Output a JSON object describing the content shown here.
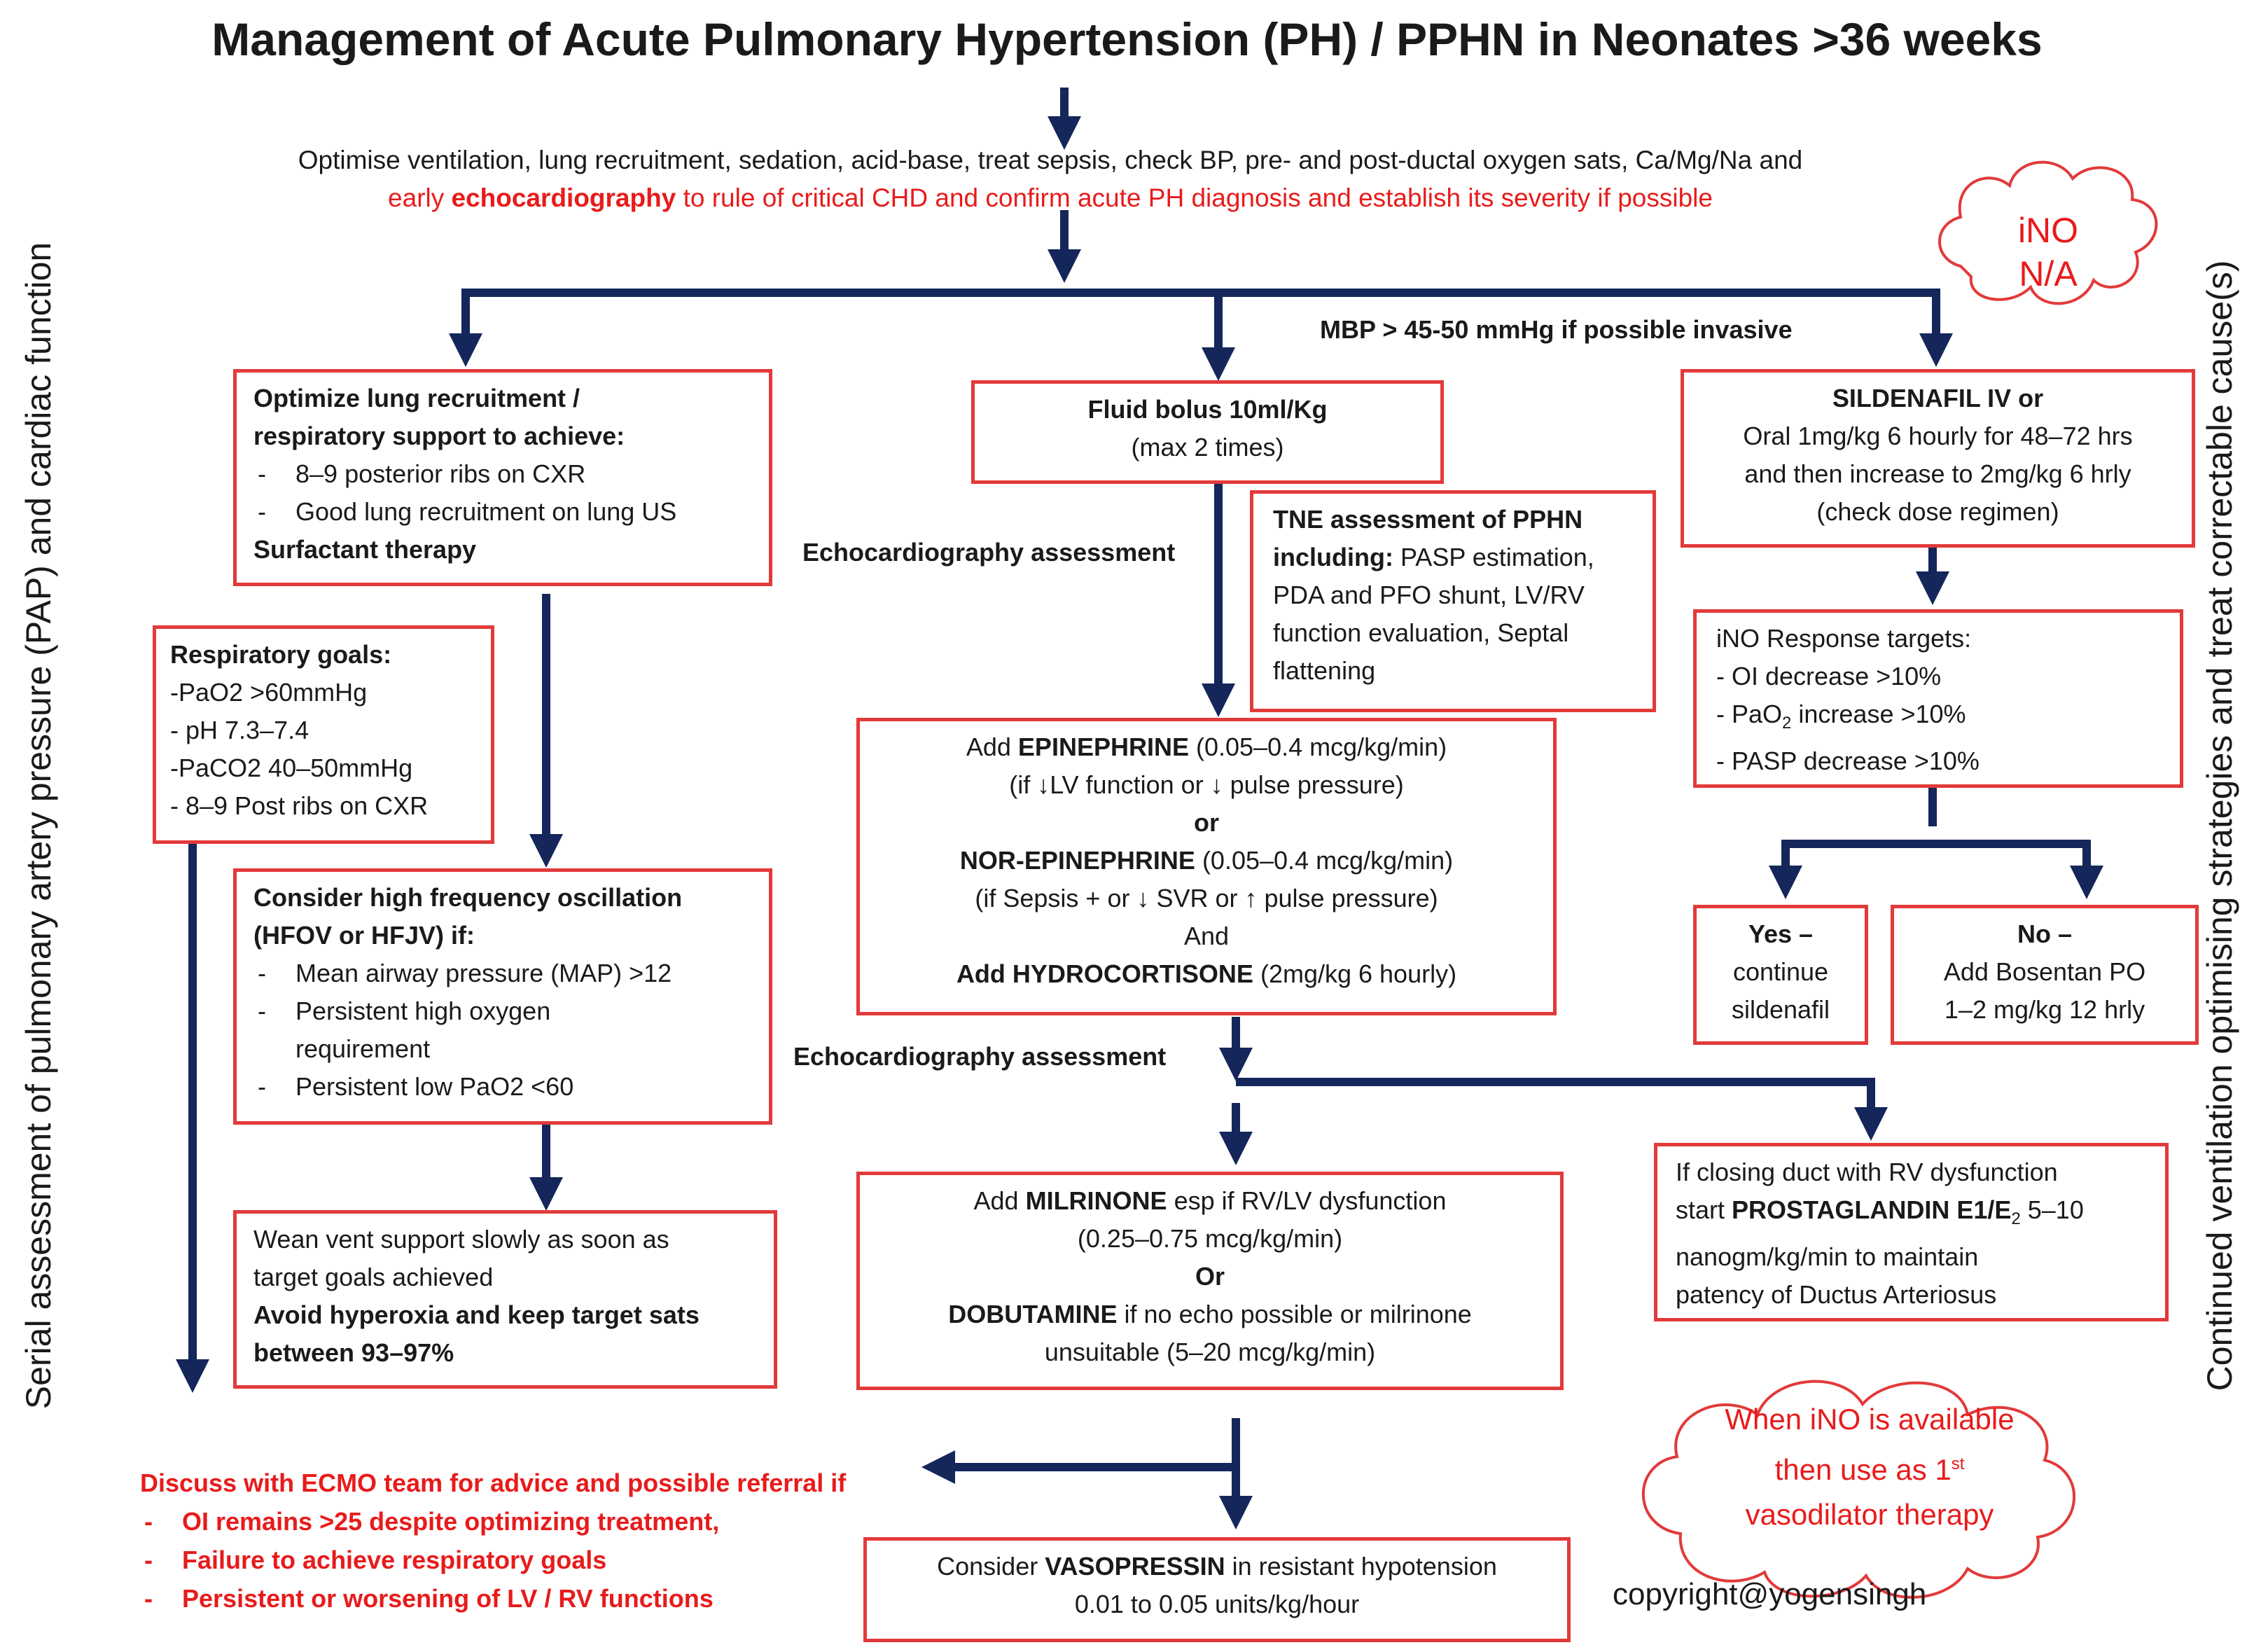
{
  "title": "Management of Acute Pulmonary Hypertension (PH) / PPHN in Neonates >36 weeks",
  "intro": {
    "line1": "Optimise ventilation, lung recruitment, sedation, acid-base, treat sepsis, check BP, pre- and post-ductal oxygen sats, Ca/Mg/Na and",
    "line2_pre": "early ",
    "line2_bold": "echocardiography",
    "line2_post": " to rule of critical CHD and confirm acute PH diagnosis and establish its severity if possible"
  },
  "ino_na": {
    "line1": "iNO",
    "line2": "N/A"
  },
  "mbp_note": "MBP > 45-50 mmHg if possible invasive",
  "left_side_label": "Serial assessment of pulmonary artery pressure (PAP) and cardiac function",
  "right_side_label": "Continued ventilation optimising strategies and treat correctable cause(s)",
  "lung_box": {
    "heading1": "Optimize lung recruitment /",
    "heading2": "respiratory support to achieve:",
    "items": [
      "8–9 posterior ribs on CXR",
      "Good lung recruitment on lung US"
    ],
    "footer": "Surfactant therapy"
  },
  "resp_goals": {
    "heading": "Respiratory goals:",
    "lines": [
      "-PaO2 >60mmHg",
      "- pH 7.3–7.4",
      "-PaCO2 40–50mmHg",
      "- 8–9 Post ribs on CXR"
    ]
  },
  "hfo_box": {
    "heading1": "Consider high frequency oscillation",
    "heading2": "(HFOV or HFJV) if:",
    "items": [
      "Mean airway pressure (MAP) >12",
      "Persistent high oxygen requirement",
      "Persistent low PaO2 <60"
    ]
  },
  "wean_box": {
    "line1": "Wean vent support slowly as soon as",
    "line2": "target goals achieved",
    "bold1": "Avoid hyperoxia and keep target sats",
    "bold2": "between 93–97%"
  },
  "fluid_box": {
    "line1": "Fluid bolus 10ml/Kg",
    "line2": "(max 2 times)"
  },
  "echo_label_1": "Echocardiography assessment",
  "echo_label_2": "Echocardiography assessment",
  "tne_box": {
    "bold1": "TNE assessment of PPHN",
    "bold2": "including:",
    "text2": " PASP estimation,",
    "line3": "PDA and PFO shunt, LV/RV",
    "line4": "function evaluation, Septal",
    "line5": "flattening"
  },
  "epi_box": {
    "l1_pre": "Add ",
    "l1_bold": "EPINEPHRINE",
    "l1_post": " (0.05–0.4 mcg/kg/min)",
    "l2": "(if ↓LV function or ↓ pulse pressure)",
    "or": "or",
    "l4_bold": "NOR-EPINEPHRINE",
    "l4_post": "  (0.05–0.4 mcg/kg/min)",
    "l5": "(if Sepsis + or ↓ SVR or ↑ pulse pressure)",
    "and": "And",
    "l7_bold": "Add HYDROCORTISONE",
    "l7_post": "  (2mg/kg 6 hourly)"
  },
  "milrinone_box": {
    "l1_pre": "Add ",
    "l1_bold": "MILRINONE",
    "l1_post": "  esp if RV/LV dysfunction",
    "l2": "(0.25–0.75 mcg/kg/min)",
    "or": "Or",
    "l4_bold": "DOBUTAMINE",
    "l4_post": " if no echo possible or milrinone",
    "l5": "unsuitable (5–20 mcg/kg/min)"
  },
  "vasopressin_box": {
    "l1_pre": "Consider ",
    "l1_bold": "VASOPRESSIN",
    "l1_post": " in resistant hypotension",
    "l2": "0.01 to 0.05 units/kg/hour"
  },
  "ecmo": {
    "heading": "Discuss with ECMO team for advice and possible referral if",
    "items": [
      "OI remains >25 despite optimizing treatment,",
      "Failure to achieve respiratory goals",
      "Persistent or worsening of LV / RV functions"
    ]
  },
  "sildenafil_box": {
    "bold": "SILDENAFIL IV or",
    "l2": "Oral 1mg/kg 6 hourly for 48–72 hrs",
    "l3": "and then increase to 2mg/kg 6 hrly",
    "l4": "(check dose regimen)"
  },
  "ino_targets": {
    "heading": "iNO Response targets:",
    "l1": "- OI decrease >10%",
    "l2_pre": "- PaO",
    "l2_sub": "2",
    "l2_post": " increase >10%",
    "l3": "- PASP decrease >10%"
  },
  "yes_box": {
    "l1": "Yes –",
    "l2": "continue",
    "l3": "sildenafil"
  },
  "no_box": {
    "l1": "No –",
    "l2": "Add Bosentan PO",
    "l3": "1–2 mg/kg 12 hrly"
  },
  "prostaglandin_box": {
    "l1": "If closing duct with RV dysfunction",
    "l2_pre": "start ",
    "l2_bold": "PROSTAGLANDIN E1/E",
    "l2_sub": "2",
    "l2_post": " 5–10",
    "l3": "nanogm/kg/min to maintain",
    "l4": "patency of Ductus Arteriosus"
  },
  "ino_available": {
    "l1": "When iNO is available",
    "l2_pre": "then use as 1",
    "l2_sup": "st",
    "l3": "vasodilator therapy"
  },
  "copyright": "copyright@yogensingh",
  "colors": {
    "arrow": "#14265a",
    "border": "#e23a3a",
    "red_text": "#e81b1b"
  }
}
